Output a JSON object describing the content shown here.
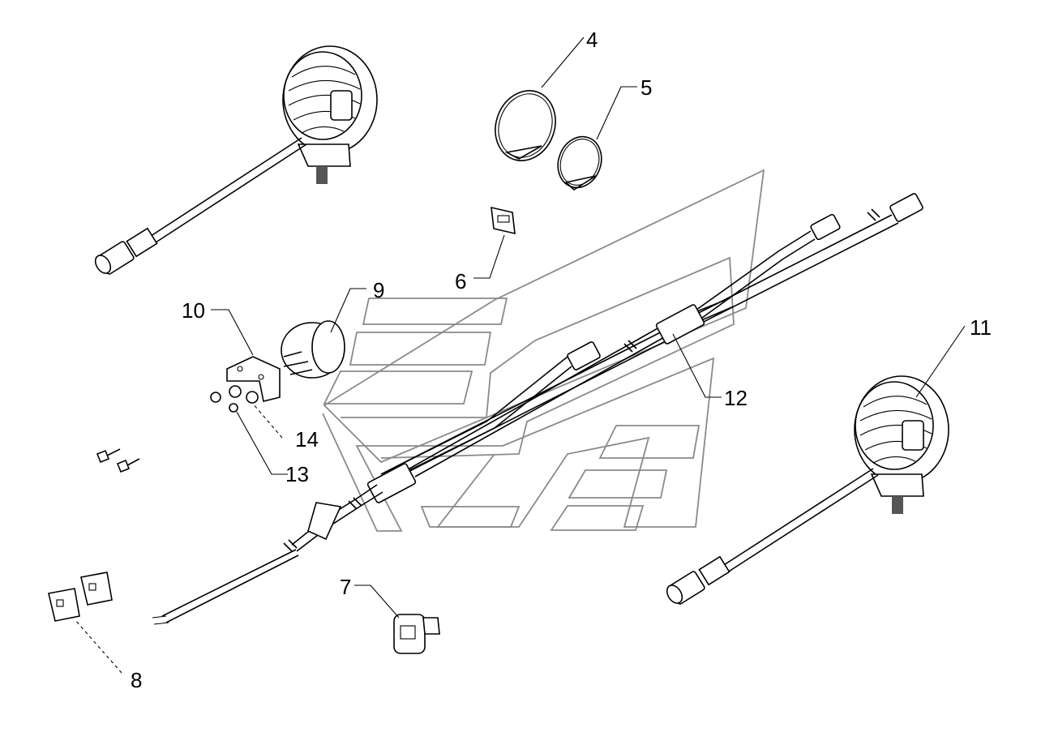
{
  "callouts": [
    {
      "id": "4",
      "text": "4"
    },
    {
      "id": "5",
      "text": "5"
    },
    {
      "id": "6",
      "text": "6"
    },
    {
      "id": "7",
      "text": "7"
    },
    {
      "id": "8",
      "text": "8"
    },
    {
      "id": "9",
      "text": "9"
    },
    {
      "id": "10",
      "text": "10"
    },
    {
      "id": "11",
      "text": "11"
    },
    {
      "id": "12",
      "text": "12"
    },
    {
      "id": "13",
      "text": "13"
    },
    {
      "id": "14",
      "text": "14"
    }
  ]
}
